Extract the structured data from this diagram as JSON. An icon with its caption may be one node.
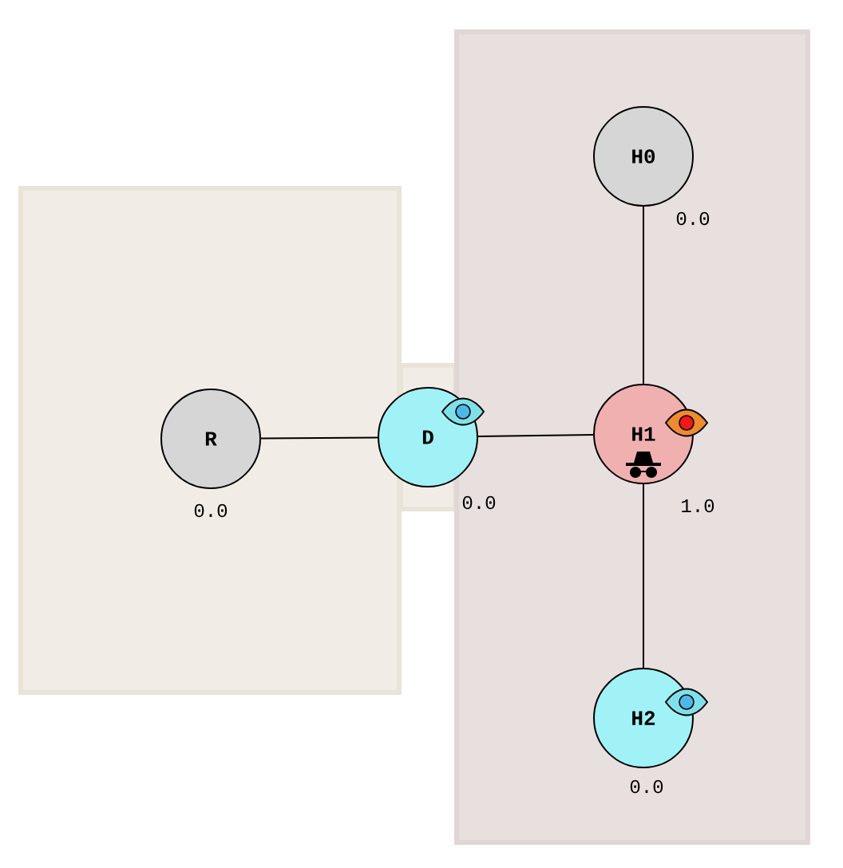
{
  "diagram": {
    "nodes": [
      {
        "text": [],
        "shape": "box"
      },
      {
        "text": [],
        "shape": "box"
      },
      {
        "text": [
          "R"
        ],
        "in": 0,
        "beside": [
          "0.0"
        ]
      },
      {
        "text": [
          "D"
        ],
        "beside": [
          "0.0"
        ]
      },
      {
        "text": [
          "H0"
        ],
        "in": 1,
        "beside": [
          "0.0"
        ]
      },
      {
        "text": [
          "H1"
        ],
        "in": 1,
        "beside": [
          "1.0"
        ]
      },
      {
        "text": [
          "H2"
        ],
        "in": 1,
        "beside": [
          "0.0"
        ]
      }
    ],
    "edges": [
      {
        "from": 2,
        "to": 3,
        "arrow": "none"
      },
      {
        "from": 3,
        "to": 5,
        "arrow": "none"
      },
      {
        "from": 4,
        "to": 5,
        "arrow": "none"
      },
      {
        "from": 5,
        "to": 6,
        "arrow": "none"
      }
    ]
  }
}
